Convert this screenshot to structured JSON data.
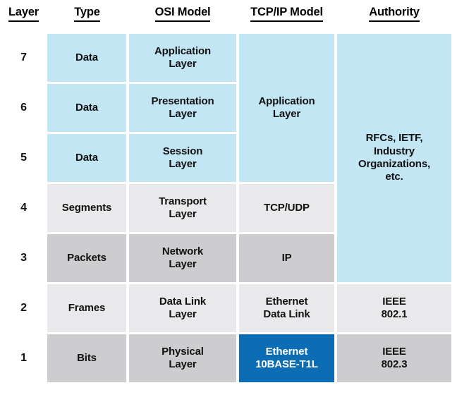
{
  "title": "OSI Model vs TCP/IP Model layer comparison table",
  "colors": {
    "blue_fill": "#c3e6f5",
    "gray_light": "#e9e9eb",
    "gray_dark": "#cdcdcf",
    "accent_blue": "#0c6cb4",
    "accent_text": "#ffffff",
    "text": "#111111",
    "background": "#ffffff"
  },
  "headers": [
    {
      "key": "layer",
      "label": "Layer"
    },
    {
      "key": "type",
      "label": "Type"
    },
    {
      "key": "osi",
      "label": "OSI Model"
    },
    {
      "key": "tcpip",
      "label": "TCP/IP Model"
    },
    {
      "key": "authority",
      "label": "Authority"
    }
  ],
  "rows": [
    {
      "layer": "7",
      "type": "Data",
      "osi": "Application\nLayer"
    },
    {
      "layer": "6",
      "type": "Data",
      "osi": "Presentation\nLayer"
    },
    {
      "layer": "5",
      "type": "Data",
      "osi": "Session\nLayer"
    },
    {
      "layer": "4",
      "type": "Segments",
      "osi": "Transport\nLayer"
    },
    {
      "layer": "3",
      "type": "Packets",
      "osi": "Network\nLayer"
    },
    {
      "layer": "2",
      "type": "Frames",
      "osi": "Data Link\nLayer"
    },
    {
      "layer": "1",
      "type": "Bits",
      "osi": "Physical\nLayer"
    }
  ],
  "tcpip": [
    {
      "label": "Application\nLayer",
      "spans_layers": "7-5"
    },
    {
      "label": "TCP/UDP",
      "spans_layers": "4"
    },
    {
      "label": "IP",
      "spans_layers": "3"
    },
    {
      "label": "Ethernet\nData Link",
      "spans_layers": "2"
    },
    {
      "label": "Ethernet\n10BASE-T1L",
      "spans_layers": "1",
      "highlighted": true
    }
  ],
  "authority": [
    {
      "label": "RFCs, IETF,\nIndustry\nOrganizations,\netc.",
      "spans_layers": "7-3"
    },
    {
      "label": "IEEE\n802.1",
      "spans_layers": "2"
    },
    {
      "label": "IEEE\n802.3",
      "spans_layers": "1"
    }
  ]
}
